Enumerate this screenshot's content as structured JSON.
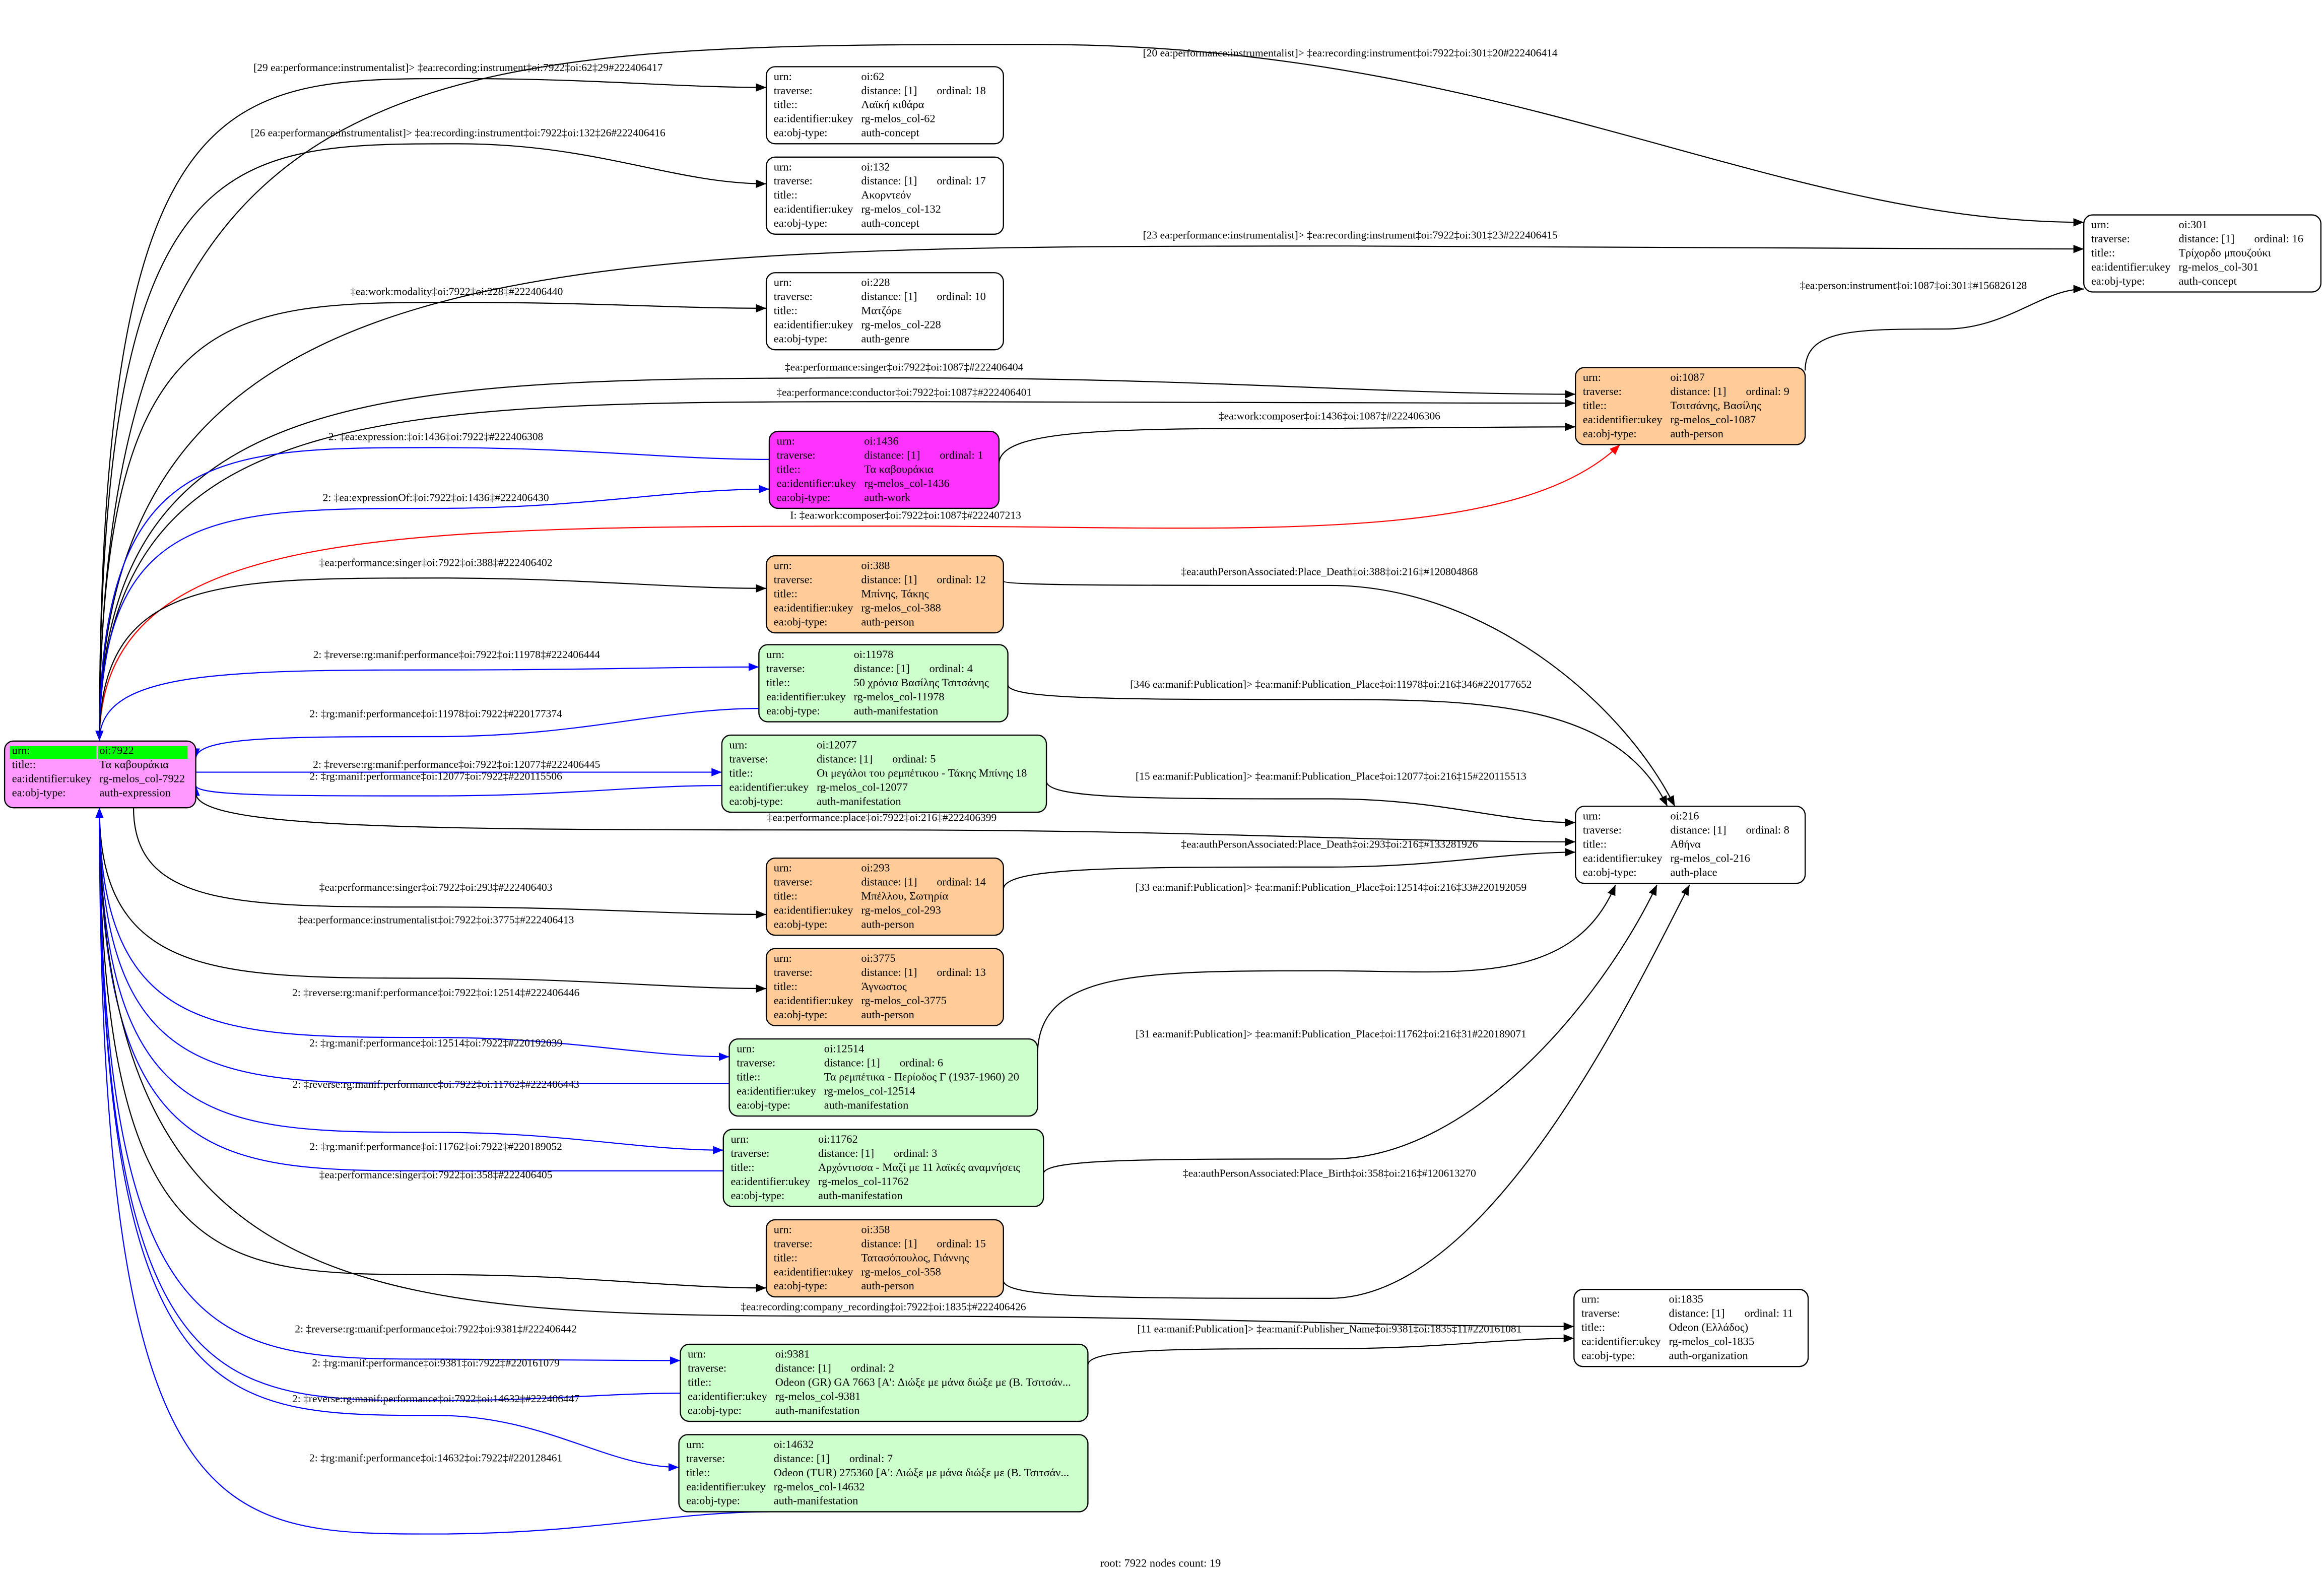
{
  "row_labels": {
    "urn": "urn:",
    "traverse": "traverse:",
    "title": "title::",
    "ukey": "ea:identifier:ukey",
    "obj_type": "ea:obj-type:"
  },
  "colors": {
    "expression": "#ff99ff",
    "work": "#ff33ff",
    "person": "#ffcc99",
    "manifestation": "#ccffcc",
    "other": "#ffffff",
    "root_highlight": "#00ff00",
    "edge_default": "#000000",
    "edge_blue": "#0000ff",
    "edge_red": "#ff0000"
  },
  "nodes": [
    {
      "urn": "oi:7922",
      "title": "Τα καβουράκια",
      "ukey": "rg-melos_col-7922",
      "obj_type": "auth-expression",
      "fill": "#ff99ff",
      "root": true
    },
    {
      "urn": "oi:62",
      "distance": "distance: [1]",
      "ordinal": "ordinal: 18",
      "title": "Λαϊκή κιθάρα",
      "ukey": "rg-melos_col-62",
      "obj_type": "auth-concept",
      "fill": "#ffffff"
    },
    {
      "urn": "oi:132",
      "distance": "distance: [1]",
      "ordinal": "ordinal: 17",
      "title": "Ακορντεόν",
      "ukey": "rg-melos_col-132",
      "obj_type": "auth-concept",
      "fill": "#ffffff"
    },
    {
      "urn": "oi:228",
      "distance": "distance: [1]",
      "ordinal": "ordinal: 10",
      "title": "Ματζόρε",
      "ukey": "rg-melos_col-228",
      "obj_type": "auth-genre",
      "fill": "#ffffff"
    },
    {
      "urn": "oi:301",
      "distance": "distance: [1]",
      "ordinal": "ordinal: 16",
      "title": "Τρίχορδο μπουζούκι",
      "ukey": "rg-melos_col-301",
      "obj_type": "auth-concept",
      "fill": "#ffffff"
    },
    {
      "urn": "oi:1087",
      "distance": "distance: [1]",
      "ordinal": "ordinal: 9",
      "title": "Τσιτσάνης, Βασίλης",
      "ukey": "rg-melos_col-1087",
      "obj_type": "auth-person",
      "fill": "#ffcc99"
    },
    {
      "urn": "oi:1436",
      "distance": "distance: [1]",
      "ordinal": "ordinal: 1",
      "title": "Τα καβουράκια",
      "ukey": "rg-melos_col-1436",
      "obj_type": "auth-work",
      "fill": "#ff33ff"
    },
    {
      "urn": "oi:388",
      "distance": "distance: [1]",
      "ordinal": "ordinal: 12",
      "title": "Μπίνης, Τάκης",
      "ukey": "rg-melos_col-388",
      "obj_type": "auth-person",
      "fill": "#ffcc99"
    },
    {
      "urn": "oi:11978",
      "distance": "distance: [1]",
      "ordinal": "ordinal: 4",
      "title": "50 χρόνια Βασίλης Τσιτσάνης",
      "ukey": "rg-melos_col-11978",
      "obj_type": "auth-manifestation",
      "fill": "#ccffcc"
    },
    {
      "urn": "oi:12077",
      "distance": "distance: [1]",
      "ordinal": "ordinal: 5",
      "title": "Οι μεγάλοι του ρεμπέτικου - Τάκης Μπίνης 18",
      "ukey": "rg-melos_col-12077",
      "obj_type": "auth-manifestation",
      "fill": "#ccffcc"
    },
    {
      "urn": "oi:216",
      "distance": "distance: [1]",
      "ordinal": "ordinal: 8",
      "title": "Αθήνα",
      "ukey": "rg-melos_col-216",
      "obj_type": "auth-place",
      "fill": "#ffffff"
    },
    {
      "urn": "oi:293",
      "distance": "distance: [1]",
      "ordinal": "ordinal: 14",
      "title": "Μπέλλου, Σωτηρία",
      "ukey": "rg-melos_col-293",
      "obj_type": "auth-person",
      "fill": "#ffcc99"
    },
    {
      "urn": "oi:3775",
      "distance": "distance: [1]",
      "ordinal": "ordinal: 13",
      "title": "Άγνωστος",
      "ukey": "rg-melos_col-3775",
      "obj_type": "auth-person",
      "fill": "#ffcc99"
    },
    {
      "urn": "oi:12514",
      "distance": "distance: [1]",
      "ordinal": "ordinal: 6",
      "title": "Τα ρεμπέτικα - Περίοδος Γ (1937-1960) 20",
      "ukey": "rg-melos_col-12514",
      "obj_type": "auth-manifestation",
      "fill": "#ccffcc"
    },
    {
      "urn": "oi:11762",
      "distance": "distance: [1]",
      "ordinal": "ordinal: 3",
      "title": "Αρχόντισσα - Μαζί με 11 λαϊκές αναμνήσεις",
      "ukey": "rg-melos_col-11762",
      "obj_type": "auth-manifestation",
      "fill": "#ccffcc"
    },
    {
      "urn": "oi:358",
      "distance": "distance: [1]",
      "ordinal": "ordinal: 15",
      "title": "Τατασόπουλος, Γιάννης",
      "ukey": "rg-melos_col-358",
      "obj_type": "auth-person",
      "fill": "#ffcc99"
    },
    {
      "urn": "oi:1835",
      "distance": "distance: [1]",
      "ordinal": "ordinal: 11",
      "title": "Odeon (Ελλάδος)",
      "ukey": "rg-melos_col-1835",
      "obj_type": "auth-organization",
      "fill": "#ffffff"
    },
    {
      "urn": "oi:9381",
      "distance": "distance: [1]",
      "ordinal": "ordinal: 2",
      "title": "Odeon (GR) GA 7663 [A': Διώξε με μάνα διώξε με (Β. Τσιτσάν...",
      "ukey": "rg-melos_col-9381",
      "obj_type": "auth-manifestation",
      "fill": "#ccffcc"
    },
    {
      "urn": "oi:14632",
      "distance": "distance: [1]",
      "ordinal": "ordinal: 7",
      "title": "Odeon (TUR) 275360 [A': Διώξε με μάνα διώξε με (Β. Τσιτσάν...",
      "ukey": "rg-melos_col-14632",
      "obj_type": "auth-manifestation",
      "fill": "#ccffcc"
    }
  ],
  "edges": [
    {
      "label": "[29 ea:performance:instrumentalist]> ‡ea:recording:instrument‡oi:7922‡oi:62‡29#222406417",
      "color": "#000000"
    },
    {
      "label": "[20 ea:performance:instrumentalist]> ‡ea:recording:instrument‡oi:7922‡oi:301‡20#222406414",
      "color": "#000000"
    },
    {
      "label": "[26 ea:performance:instrumentalist]> ‡ea:recording:instrument‡oi:7922‡oi:132‡26#222406416",
      "color": "#000000"
    },
    {
      "label": "[23 ea:performance:instrumentalist]> ‡ea:recording:instrument‡oi:7922‡oi:301‡23#222406415",
      "color": "#000000"
    },
    {
      "label": "‡ea:work:modality‡oi:7922‡oi:228‡#222406440",
      "color": "#000000"
    },
    {
      "label": "‡ea:person:instrument‡oi:1087‡oi:301‡#156826128",
      "color": "#000000"
    },
    {
      "label": "‡ea:performance:singer‡oi:7922‡oi:1087‡#222406404",
      "color": "#000000"
    },
    {
      "label": "‡ea:performance:conductor‡oi:7922‡oi:1087‡#222406401",
      "color": "#000000"
    },
    {
      "label": "2: ‡ea:expression:‡oi:1436‡oi:7922‡#222406308",
      "color": "#0000ff"
    },
    {
      "label": "‡ea:work:composer‡oi:1436‡oi:1087‡#222406306",
      "color": "#000000"
    },
    {
      "label": "2: ‡ea:expressionOf:‡oi:7922‡oi:1436‡#222406430",
      "color": "#0000ff"
    },
    {
      "label": "I: ‡ea:work:composer‡oi:7922‡oi:1087‡#222407213",
      "color": "#ff0000"
    },
    {
      "label": "‡ea:performance:singer‡oi:7922‡oi:388‡#222406402",
      "color": "#000000"
    },
    {
      "label": "‡ea:authPersonAssociated:Place_Death‡oi:388‡oi:216‡#120804868",
      "color": "#000000"
    },
    {
      "label": "2: ‡reverse:rg:manif:performance‡oi:7922‡oi:11978‡#222406444",
      "color": "#0000ff"
    },
    {
      "label": "2: ‡rg:manif:performance‡oi:11978‡oi:7922‡#220177374",
      "color": "#0000ff"
    },
    {
      "label": "[346 ea:manif:Publication]> ‡ea:manif:Publication_Place‡oi:11978‡oi:216‡346#220177652",
      "color": "#000000"
    },
    {
      "label": "2: ‡reverse:rg:manif:performance‡oi:7922‡oi:12077‡#222406445",
      "color": "#0000ff"
    },
    {
      "label": "2: ‡rg:manif:performance‡oi:12077‡oi:7922‡#220115506",
      "color": "#0000ff"
    },
    {
      "label": "[15 ea:manif:Publication]> ‡ea:manif:Publication_Place‡oi:12077‡oi:216‡15#220115513",
      "color": "#000000"
    },
    {
      "label": "‡ea:performance:place‡oi:7922‡oi:216‡#222406399",
      "color": "#000000"
    },
    {
      "label": "‡ea:authPersonAssociated:Place_Death‡oi:293‡oi:216‡#133281926",
      "color": "#000000"
    },
    {
      "label": "‡ea:performance:singer‡oi:7922‡oi:293‡#222406403",
      "color": "#000000"
    },
    {
      "label": "[33 ea:manif:Publication]> ‡ea:manif:Publication_Place‡oi:12514‡oi:216‡33#220192059",
      "color": "#000000"
    },
    {
      "label": "‡ea:performance:instrumentalist‡oi:7922‡oi:3775‡#222406413",
      "color": "#000000"
    },
    {
      "label": "2: ‡reverse:rg:manif:performance‡oi:7922‡oi:12514‡#222406446",
      "color": "#0000ff"
    },
    {
      "label": "2: ‡rg:manif:performance‡oi:12514‡oi:7922‡#220192039",
      "color": "#0000ff"
    },
    {
      "label": "[31 ea:manif:Publication]> ‡ea:manif:Publication_Place‡oi:11762‡oi:216‡31#220189071",
      "color": "#000000"
    },
    {
      "label": "2: ‡reverse:rg:manif:performance‡oi:7922‡oi:11762‡#222406443",
      "color": "#0000ff"
    },
    {
      "label": "2: ‡rg:manif:performance‡oi:11762‡oi:7922‡#220189052",
      "color": "#0000ff"
    },
    {
      "label": "‡ea:performance:singer‡oi:7922‡oi:358‡#222406405",
      "color": "#000000"
    },
    {
      "label": "‡ea:authPersonAssociated:Place_Birth‡oi:358‡oi:216‡#120613270",
      "color": "#000000"
    },
    {
      "label": "‡ea:recording:company_recording‡oi:7922‡oi:1835‡#222406426",
      "color": "#000000"
    },
    {
      "label": "[11 ea:manif:Publication]> ‡ea:manif:Publisher_Name‡oi:9381‡oi:1835‡11#220161081",
      "color": "#000000"
    },
    {
      "label": "2: ‡reverse:rg:manif:performance‡oi:7922‡oi:9381‡#222406442",
      "color": "#0000ff"
    },
    {
      "label": "2: ‡rg:manif:performance‡oi:9381‡oi:7922‡#220161079",
      "color": "#0000ff"
    },
    {
      "label": "2: ‡reverse:rg:manif:performance‡oi:7922‡oi:14632‡#222406447",
      "color": "#0000ff"
    },
    {
      "label": "2: ‡rg:manif:performance‡oi:14632‡oi:7922‡#220128461",
      "color": "#0000ff"
    }
  ],
  "caption": "root: 7922 nodes count: 19"
}
